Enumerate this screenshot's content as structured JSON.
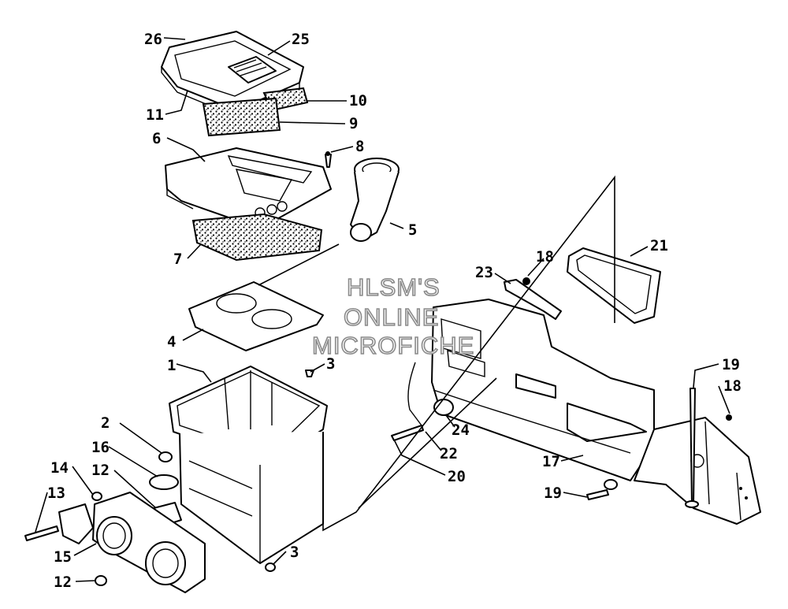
{
  "watermark": {
    "lines": [
      "HLSM'S",
      "ONLINE",
      "MICROFICHE"
    ],
    "color": "#8a8a8a"
  },
  "callouts": [
    "26",
    "25",
    "11",
    "10",
    "9",
    "6",
    "8",
    "5",
    "7",
    "4",
    "1",
    "3",
    "2",
    "16",
    "12",
    "14",
    "13",
    "15",
    "12",
    "3",
    "21",
    "18",
    "23",
    "24",
    "22",
    "20",
    "17",
    "19",
    "18",
    "19"
  ],
  "colors": {
    "ink": "#000000",
    "paper": "#ffffff"
  }
}
